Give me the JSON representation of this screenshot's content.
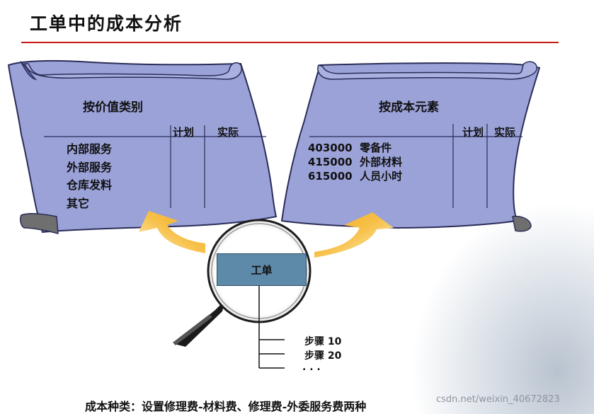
{
  "title": "工单中的成本分析",
  "left_scroll": {
    "heading": "按价值类别",
    "columns": [
      "计划",
      "实际"
    ],
    "items": [
      "内部服务",
      "外部服务",
      "仓库发料",
      "其它"
    ]
  },
  "right_scroll": {
    "heading": "按成本元素",
    "columns": [
      "计划",
      "实际"
    ],
    "items": [
      "403000  零备件",
      "415000  外部材料",
      "615000  人员小时"
    ]
  },
  "work_order": {
    "label": "工单",
    "steps": [
      "步骤 10",
      "步骤 20",
      ". . ."
    ]
  },
  "footer": "成本种类：设置修理费-材料费、修理费-外委服务费两种",
  "watermark": "csdn.net/weixin_40672823",
  "colors": {
    "scroll_fill": "#9aa2d8",
    "scroll_stroke": "#2b2d57",
    "arrow": "#f5b52a",
    "work_order_box": "#5d8aa8",
    "title_rule": "#c41a1a"
  },
  "icons": [
    "magnifying-glass-icon",
    "curved-arrow-icon"
  ]
}
